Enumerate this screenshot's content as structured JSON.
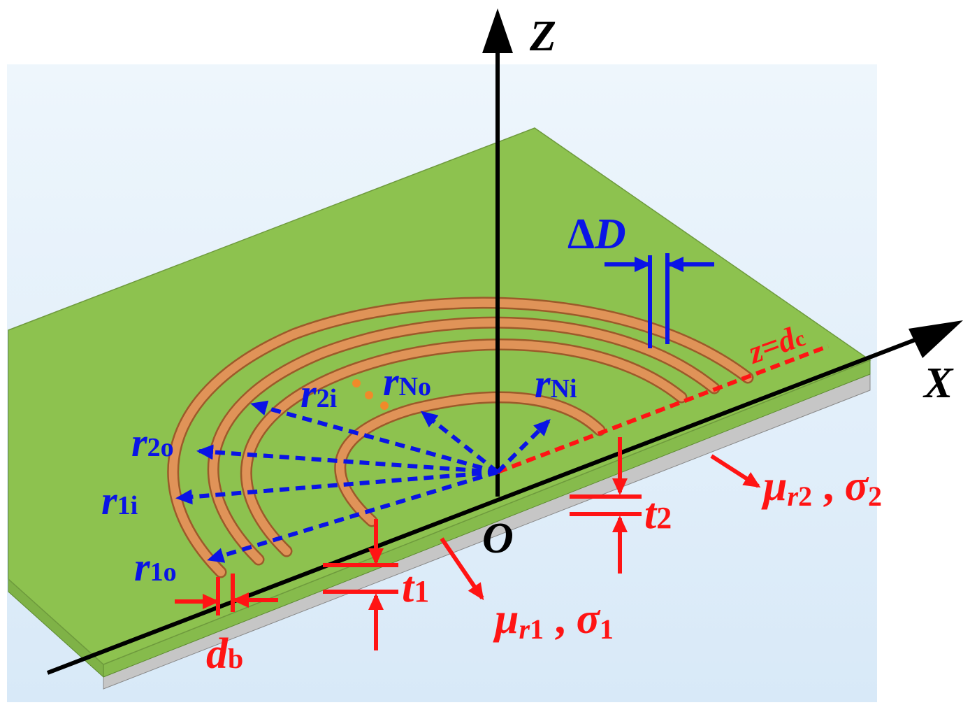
{
  "labels": {
    "axis_z": "Z",
    "axis_x": "X",
    "origin": "O",
    "delta": "Δ",
    "delta_var": "D",
    "z_eq": "z=d",
    "z_eq_sub": "c",
    "r1o": "r",
    "r1o_sub": "1o",
    "r1i": "r",
    "r1i_sub": "1i",
    "r2o": "r",
    "r2o_sub": "2o",
    "r2i": "r",
    "r2i_sub": "2i",
    "rNo": "r",
    "rNo_sub": "No",
    "rNi": "r",
    "rNi_sub": "Ni",
    "t1": "t",
    "t1_sub": "1",
    "t2": "t",
    "t2_sub": "2",
    "db": "d",
    "db_sub": "b",
    "mu1": "μ",
    "mu1_r": "r",
    "mu1_n": "1",
    "mu1_sep": " , ",
    "sigma1": "σ",
    "sigma1_sub": "1",
    "mu2": "μ",
    "mu2_r": "r",
    "mu2_n": "2",
    "mu2_sep": " , ",
    "sigma2": "σ",
    "sigma2_sub": "2"
  },
  "colors": {
    "background_top": "#eaf4fb",
    "background_bottom": "#dcecf9",
    "plate_green": "#8dc24f",
    "plate_edge": "#78a845",
    "substrate": "#c9c9c9",
    "coil": "#d98a4e",
    "coil_edge": "#9c5a2a",
    "axis": "#000000",
    "blue": "#0a14e6",
    "red": "#ff1414",
    "dot_orange": "#f08a2a"
  }
}
